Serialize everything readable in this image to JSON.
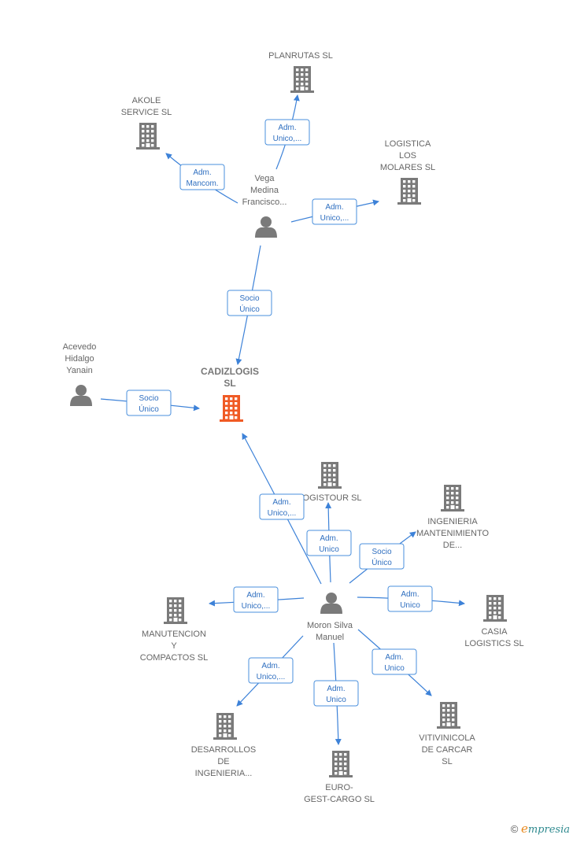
{
  "colors": {
    "edge": "#3d82d8",
    "building": "#7a7a7a",
    "center_building": "#f05a24",
    "person": "#7a7a7a"
  },
  "nodes": [
    {
      "id": "cadizlogis",
      "type": "company",
      "center": true,
      "label": [
        "CADIZLOGIS",
        "SL"
      ]
    },
    {
      "id": "vega",
      "type": "person",
      "label": [
        "Vega",
        "Medina",
        "Francisco..."
      ]
    },
    {
      "id": "acevedo",
      "type": "person",
      "label": [
        "Acevedo",
        "Hidalgo",
        "Yanain"
      ]
    },
    {
      "id": "moron",
      "type": "person",
      "label": [
        "Moron Silva",
        "Manuel"
      ]
    },
    {
      "id": "planrutas",
      "type": "company",
      "label": [
        "PLANRUTAS SL"
      ]
    },
    {
      "id": "akole",
      "type": "company",
      "label": [
        "AKOLE",
        "SERVICE SL"
      ]
    },
    {
      "id": "logistica",
      "type": "company",
      "label": [
        "LOGISTICA",
        "LOS",
        "MOLARES SL"
      ]
    },
    {
      "id": "logistour",
      "type": "company",
      "label": [
        "LOGISTOUR SL"
      ]
    },
    {
      "id": "ingenieria",
      "type": "company",
      "label": [
        "INGENIERIA",
        "MANTENIMIENTO",
        "DE..."
      ]
    },
    {
      "id": "manutencion",
      "type": "company",
      "label": [
        "MANUTENCION",
        "Y",
        "COMPACTOS SL"
      ]
    },
    {
      "id": "casia",
      "type": "company",
      "label": [
        "CASIA",
        "LOGISTICS SL"
      ]
    },
    {
      "id": "desarrollos",
      "type": "company",
      "label": [
        "DESARROLLOS",
        "DE",
        "INGENIERIA..."
      ]
    },
    {
      "id": "euro",
      "type": "company",
      "label": [
        "EURO-",
        "GEST-CARGO SL"
      ]
    },
    {
      "id": "vitivinicola",
      "type": "company",
      "label": [
        "VITIVINICOLA",
        "DE CARCAR",
        "SL"
      ]
    }
  ],
  "edges": [
    {
      "from": "vega",
      "to": "planrutas",
      "label": [
        "Adm.",
        "Unico,..."
      ]
    },
    {
      "from": "vega",
      "to": "akole",
      "label": [
        "Adm.",
        "Mancom."
      ]
    },
    {
      "from": "vega",
      "to": "logistica",
      "label": [
        "Adm.",
        "Unico,..."
      ]
    },
    {
      "from": "vega",
      "to": "cadizlogis",
      "label": [
        "Socio",
        "Único"
      ]
    },
    {
      "from": "acevedo",
      "to": "cadizlogis",
      "label": [
        "Socio",
        "Único"
      ]
    },
    {
      "from": "moron",
      "to": "cadizlogis",
      "label": [
        "Adm.",
        "Unico,..."
      ]
    },
    {
      "from": "moron",
      "to": "logistour",
      "label": [
        "Adm.",
        "Unico"
      ]
    },
    {
      "from": "moron",
      "to": "ingenieria",
      "label": [
        "Socio",
        "Único"
      ]
    },
    {
      "from": "moron",
      "to": "manutencion",
      "label": [
        "Adm.",
        "Unico,..."
      ]
    },
    {
      "from": "moron",
      "to": "casia",
      "label": [
        "Adm.",
        "Unico"
      ]
    },
    {
      "from": "moron",
      "to": "desarrollos",
      "label": [
        "Adm.",
        "Unico,..."
      ]
    },
    {
      "from": "moron",
      "to": "euro",
      "label": [
        "Adm.",
        "Unico"
      ]
    },
    {
      "from": "moron",
      "to": "vitivinicola",
      "label": [
        "Adm.",
        "Unico"
      ]
    }
  ],
  "footer": {
    "copyright": "©",
    "brand_initial": "e",
    "brand_rest": "mpresia"
  }
}
